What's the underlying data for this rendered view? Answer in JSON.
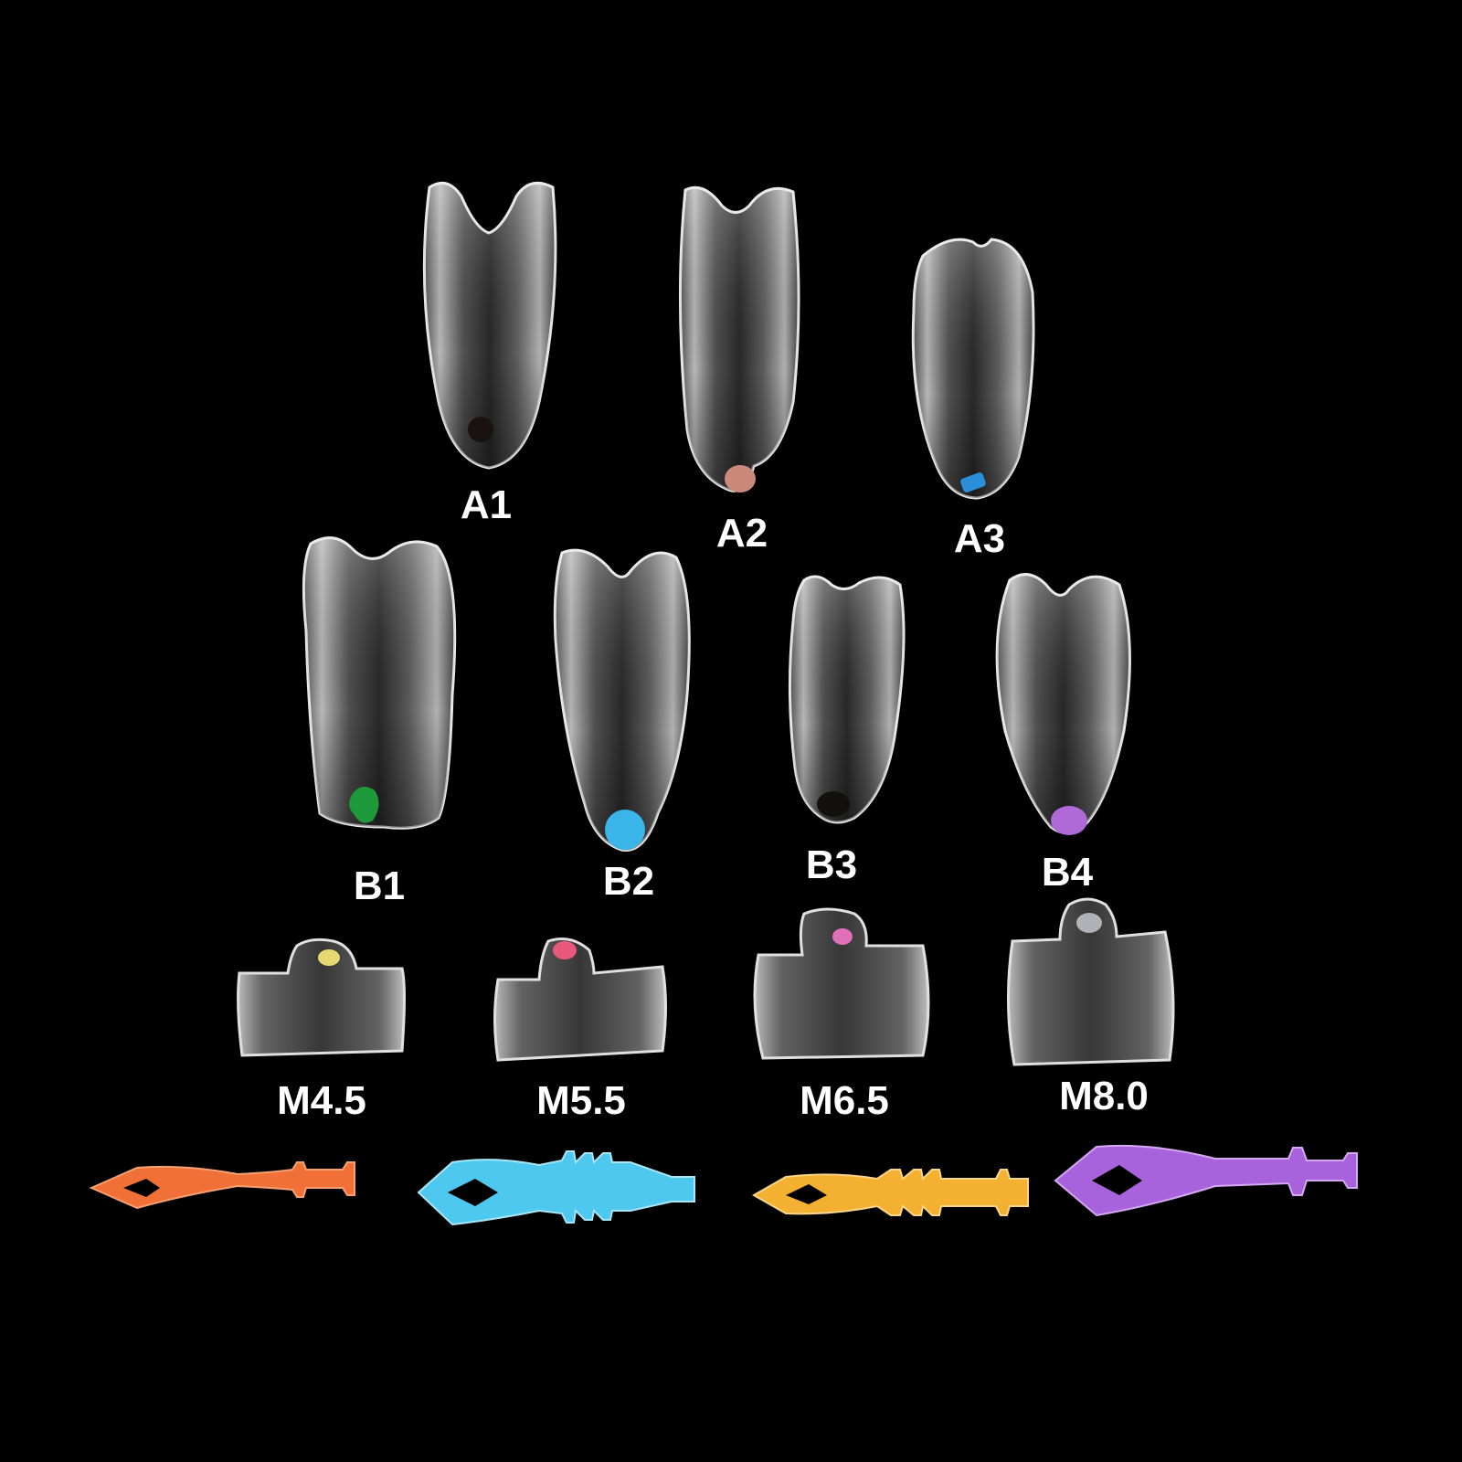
{
  "anterior_row_a": [
    {
      "label": "A1",
      "marker_color": "#1a1212"
    },
    {
      "label": "A2",
      "marker_color": "#c98a7a"
    },
    {
      "label": "A3",
      "marker_color": "#2a8fd8"
    }
  ],
  "anterior_row_b": [
    {
      "label": "B1",
      "marker_color": "#1f9a3a"
    },
    {
      "label": "B2",
      "marker_color": "#3bb4e8"
    },
    {
      "label": "B3",
      "marker_color": "#141010"
    },
    {
      "label": "B4",
      "marker_color": "#b06ad8"
    }
  ],
  "molar_row": [
    {
      "label": "M4.5",
      "marker_color": "#e6d870"
    },
    {
      "label": "M5.5",
      "marker_color": "#e8587a"
    },
    {
      "label": "M6.5",
      "marker_color": "#e070b8"
    },
    {
      "label": "M8.0",
      "marker_color": "#dfe6ec"
    }
  ],
  "tools": [
    {
      "name": "orange-tool",
      "color": "#f07038",
      "light": "#f8a070"
    },
    {
      "name": "blue-tool",
      "color": "#4ec8ee",
      "light": "#a8e6f8"
    },
    {
      "name": "yellow-tool",
      "color": "#f4b030",
      "light": "#fbd68a"
    },
    {
      "name": "purple-tool",
      "color": "#a862dc",
      "light": "#d6a8f4"
    }
  ]
}
